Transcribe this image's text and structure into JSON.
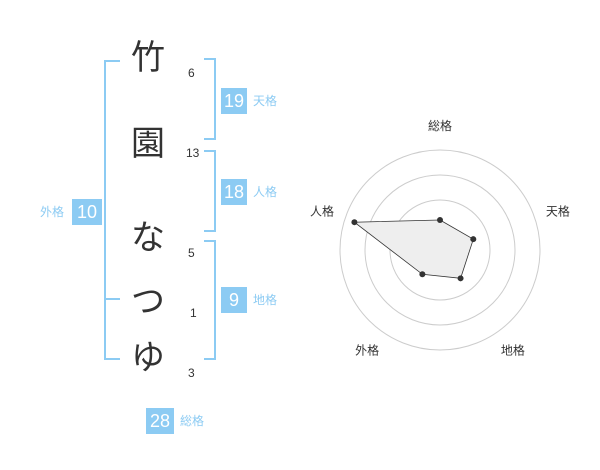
{
  "name": {
    "chars": [
      {
        "char": "竹",
        "strokes": "6"
      },
      {
        "char": "園",
        "strokes": "13"
      },
      {
        "char": "な",
        "strokes": "5"
      },
      {
        "char": "つ",
        "strokes": "1"
      },
      {
        "char": "ゆ",
        "strokes": "3"
      }
    ]
  },
  "kakusu": {
    "tenkaku": {
      "value": "19",
      "label": "天格"
    },
    "jinkaku": {
      "value": "18",
      "label": "人格"
    },
    "chikaku": {
      "value": "9",
      "label": "地格"
    },
    "gaikaku": {
      "value": "10",
      "label": "外格"
    },
    "soukaku": {
      "value": "28",
      "label": "総格"
    }
  },
  "accent_color": "#8ccbf3",
  "chart_data": {
    "type": "radar",
    "axes": [
      "総格",
      "天格",
      "地格",
      "外格",
      "人格"
    ],
    "values": [
      0.3,
      0.35,
      0.35,
      0.3,
      0.9
    ],
    "rings": 4,
    "grid": true,
    "legend": "none"
  }
}
